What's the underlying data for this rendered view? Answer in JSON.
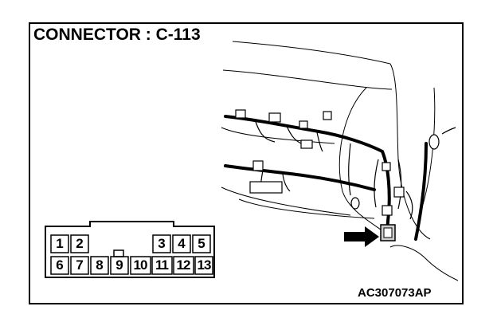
{
  "title": "CONNECTOR : C-113",
  "figure_code": "AC307073AP",
  "connector": {
    "top_row": [
      "1",
      "2",
      "3",
      "4",
      "5"
    ],
    "bottom_row": [
      "6",
      "7",
      "8",
      "9",
      "10",
      "11",
      "12",
      "13"
    ]
  },
  "arrow_icon": "arrow-right-icon"
}
